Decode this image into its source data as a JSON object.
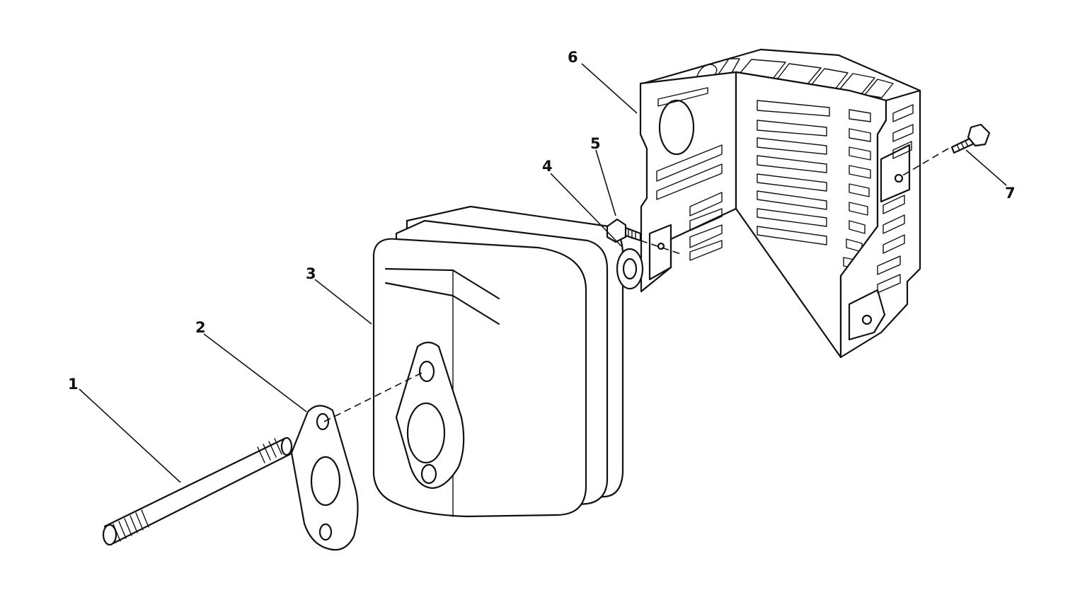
{
  "diagram": {
    "type": "exploded-parts-view",
    "colors": {
      "line": "#111111",
      "background": "#ffffff"
    },
    "callouts": [
      {
        "id": "part-1",
        "label": "1"
      },
      {
        "id": "part-2",
        "label": "2"
      },
      {
        "id": "part-3",
        "label": "3"
      },
      {
        "id": "part-4",
        "label": "4"
      },
      {
        "id": "part-5",
        "label": "5"
      },
      {
        "id": "part-6",
        "label": "6"
      },
      {
        "id": "part-7",
        "label": "7"
      }
    ]
  }
}
